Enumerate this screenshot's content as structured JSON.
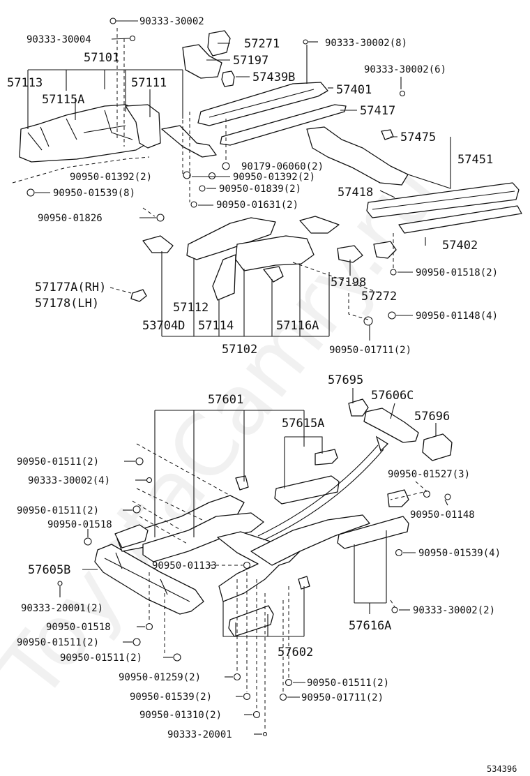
{
  "watermark": "ToyotaCamry.ru",
  "diagram_id": "534396",
  "labels": {
    "p90333_30002_a": "90333-30002",
    "p90333_30004": "90333-30004",
    "p57101": "57101",
    "p57113": "57113",
    "p57115A": "57115A",
    "p57111": "57111",
    "p57271": "57271",
    "p57197": "57197",
    "p57439B": "57439B",
    "p90333_30002_8": "90333-30002(8)",
    "p90333_30002_6": "90333-30002(6)",
    "p57401": "57401",
    "p57417": "57417",
    "p57475": "57475",
    "p57451": "57451",
    "p90179_06060_2": "90179-06060(2)",
    "p90950_01392_2a": "90950-01392(2)",
    "p90950_01392_2b": "90950-01392(2)",
    "p90950_01839_2": "90950-01839(2)",
    "p90950_01539_8": "90950-01539(8)",
    "p90950_01631_2": "90950-01631(2)",
    "p57418": "57418",
    "p90950_01826": "90950-01826",
    "p57402": "57402",
    "p90950_01518_2": "90950-01518(2)",
    "p57177A": "57177A(RH)",
    "p57178": "57178(LH)",
    "p57198": "57198",
    "p57112": "57112",
    "p57272": "57272",
    "p90950_01148_4": "90950-01148(4)",
    "p53704D": "53704D",
    "p57114": "57114",
    "p57116A": "57116A",
    "p57102": "57102",
    "p90950_01711_2a": "90950-01711(2)",
    "p57695": "57695",
    "p57601": "57601",
    "p57606C": "57606C",
    "p57615A": "57615A",
    "p57696": "57696",
    "p90950_01511_2a": "90950-01511(2)",
    "p90333_30002_4": "90333-30002(4)",
    "p90950_01527_3": "90950-01527(3)",
    "p90950_01511_2b": "90950-01511(2)",
    "p90950_01148": "90950-01148",
    "p90950_01518a": "90950-01518",
    "p90950_01539_4": "90950-01539(4)",
    "p90950_01133": "90950-01133",
    "p57605B": "57605B",
    "p90333_20001_2": "90333-20001(2)",
    "p90333_30002_2": "90333-30002(2)",
    "p90950_01518b": "90950-01518",
    "p57616A": "57616A",
    "p90950_01511_2c": "90950-01511(2)",
    "p57602": "57602",
    "p90950_01511_2d": "90950-01511(2)",
    "p90950_01259_2": "90950-01259(2)",
    "p90950_01511_2e": "90950-01511(2)",
    "p90950_01539_2": "90950-01539(2)",
    "p90950_01711_2b": "90950-01711(2)",
    "p90950_01310_2": "90950-01310(2)",
    "p90333_20001": "90333-20001"
  }
}
